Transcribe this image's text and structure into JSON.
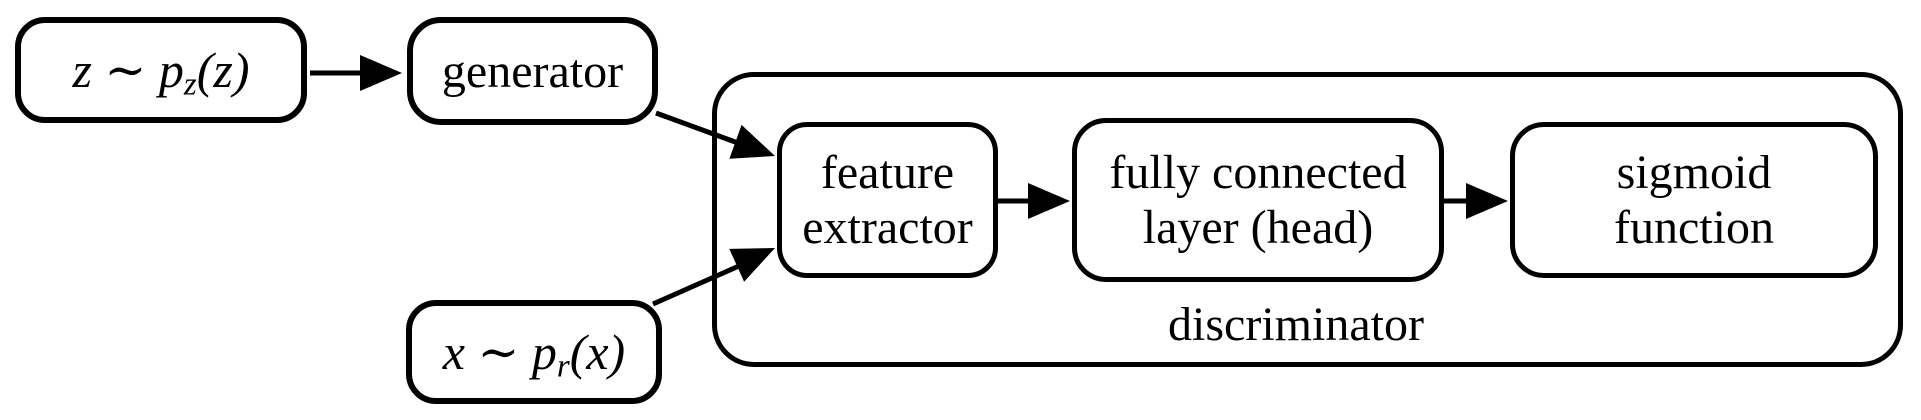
{
  "nodes": {
    "z_input": {
      "lead": "z ∼ p",
      "sub": "z",
      "tail": "(z)"
    },
    "generator": {
      "label": "generator"
    },
    "x_input": {
      "lead": "x ∼ p",
      "sub": "r",
      "tail": "(x)"
    },
    "feature_extractor": {
      "line1": "feature",
      "line2": "extractor"
    },
    "fully_connected": {
      "line1": "fully connected",
      "line2": "layer (head)"
    },
    "sigmoid": {
      "line1": "sigmoid",
      "line2": "function"
    },
    "discriminator": {
      "label": "discriminator"
    }
  },
  "colors": {
    "stroke": "#000000",
    "background": "#ffffff"
  }
}
